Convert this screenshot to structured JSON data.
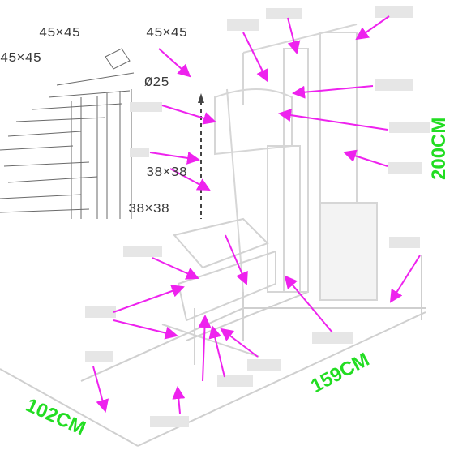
{
  "dimensions": {
    "height": "200CM",
    "length": "159CM",
    "width": "102CM"
  },
  "tube_labels": {
    "a": "45×45",
    "b": "45×45",
    "c": "45×45",
    "d": "Ø25",
    "e": "38×38",
    "f": "38×38"
  },
  "colors": {
    "arrow": "#ee22ee",
    "dimension_text": "#22dd22",
    "frame": "#c8c8c8",
    "sketch": "#555555"
  }
}
